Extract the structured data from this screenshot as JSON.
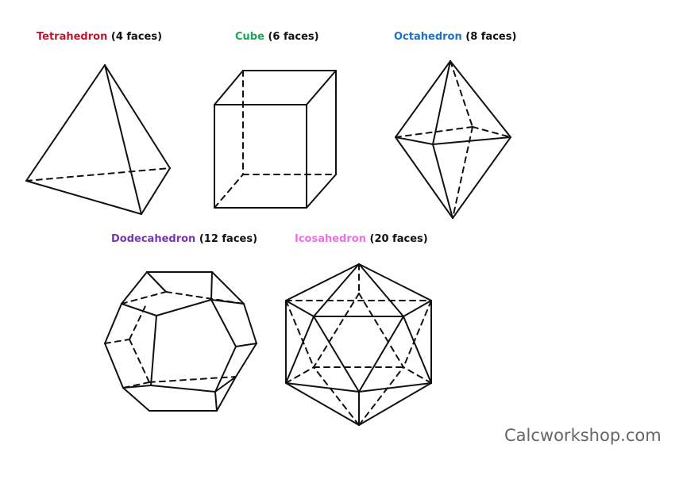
{
  "labels": {
    "tetrahedron": {
      "name": "Tetrahedron",
      "faces": "(4 faces)",
      "color": "#c0152f"
    },
    "cube": {
      "name": "Cube",
      "faces": "(6 faces)",
      "color": "#18a957"
    },
    "octahedron": {
      "name": "Octahedron",
      "faces": "(8 faces)",
      "color": "#1b73c5"
    },
    "dodecahedron": {
      "name": "Dodecahedron",
      "faces": "(12 faces)",
      "color": "#7b35b0"
    },
    "icosahedron": {
      "name": "Icosahedron",
      "faces": "(20 faces)",
      "color": "#ee6ee8"
    }
  },
  "watermark": "Calcworkshop.com"
}
